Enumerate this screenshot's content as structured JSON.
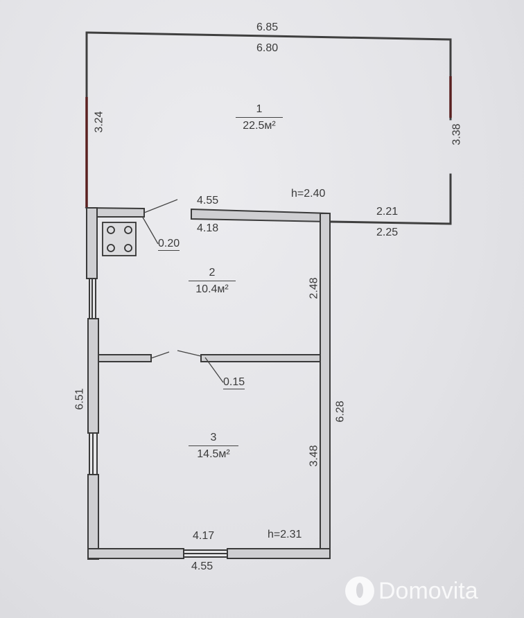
{
  "plan": {
    "rooms": [
      {
        "number": "1",
        "area": "22.5м²"
      },
      {
        "number": "2",
        "area": "10.4м²"
      },
      {
        "number": "3",
        "area": "14.5м²"
      }
    ],
    "dimensions": {
      "top_outer": "6.85",
      "top_inner": "6.80",
      "left_room1": "3.24",
      "right_room1": "3.38",
      "room2_top_outer": "4.55",
      "room2_top_inner": "4.18",
      "ceiling_height_top": "h=2.40",
      "ext_outer": "2.21",
      "ext_inner": "2.25",
      "stove_offset": "0.20",
      "room2_right": "2.48",
      "partition_offset": "0.15",
      "left_total": "6.51",
      "right_total": "6.28",
      "room3_right": "3.48",
      "bottom_inner": "4.17",
      "ceiling_height_bottom": "h=2.31",
      "bottom_outer": "4.55"
    }
  },
  "watermark": {
    "text": "Domovita"
  }
}
